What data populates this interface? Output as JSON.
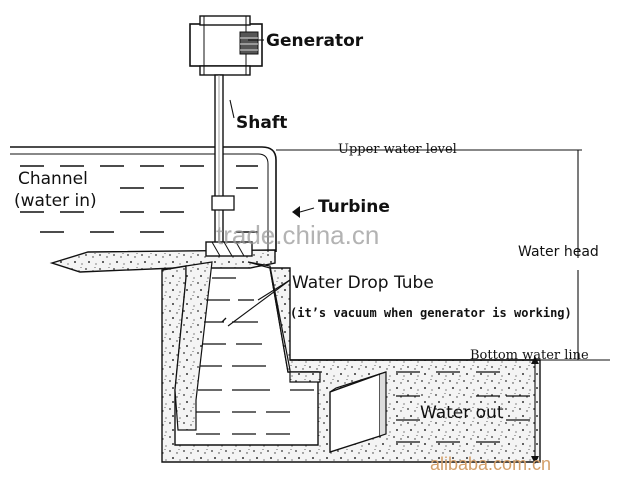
{
  "labels": {
    "generator": "Generator",
    "shaft": "Shaft",
    "channel_line1": "Channel",
    "channel_line2": "(water in)",
    "turbine": "Turbine",
    "upper_water_level": "Upper water level",
    "water_head": "Water head",
    "water_drop_tube": "Water Drop Tube",
    "vacuum_note": "(it’s vacuum when generator is working)",
    "bottom_water_line": "Bottom water line",
    "water_out": "Water out"
  },
  "watermarks": {
    "center": "trade.china.cn",
    "bottom_right": "alibaba.com.cn"
  },
  "colors": {
    "line": "#111111",
    "concrete_fill": "#f2f2f2",
    "watermark_center": "#9a9a9a",
    "watermark_bottom": "#d4a06a"
  }
}
